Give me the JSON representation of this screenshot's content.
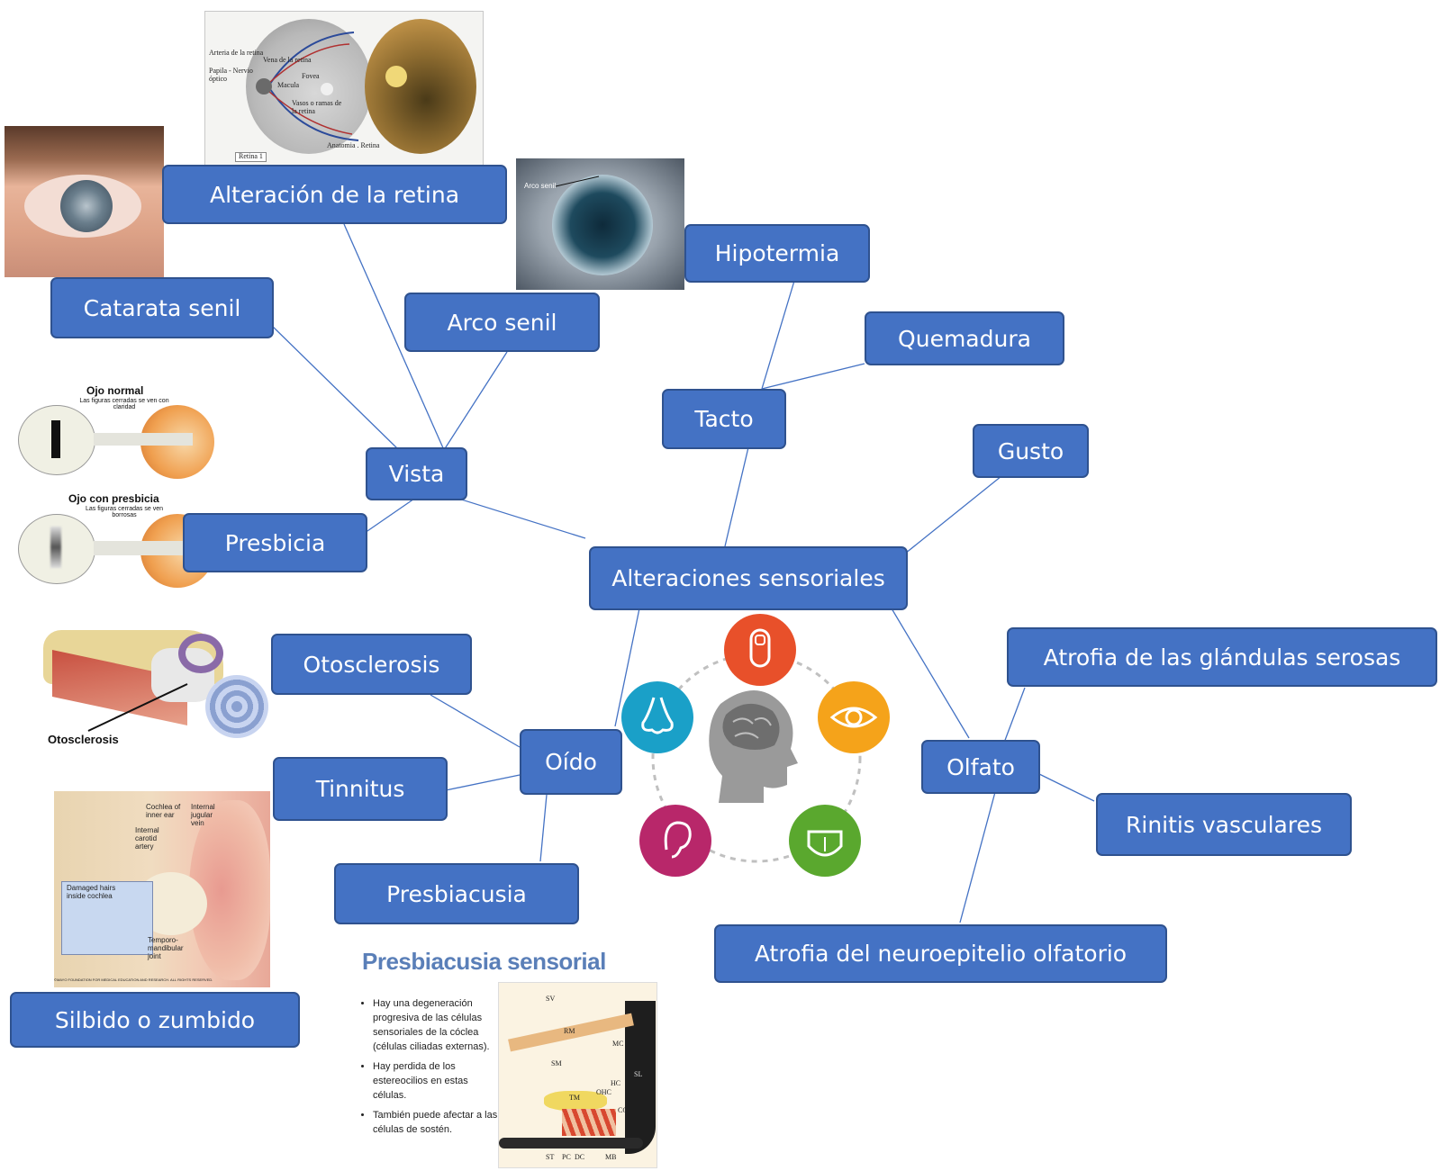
{
  "colors": {
    "node_fill": "#4472c4",
    "node_border": "#2f528f",
    "node_text": "#ffffff",
    "connector": "#4472c4"
  },
  "center": "Alteraciones sensoriales",
  "branches": {
    "vista": "Vista",
    "tacto": "Tacto",
    "gusto": "Gusto",
    "oido": "Oído",
    "olfato": "Olfato"
  },
  "leaves": {
    "retina": "Alteración de la retina",
    "catarata": "Catarata senil",
    "arco": "Arco senil",
    "presbicia": "Presbicia",
    "hipotermia": "Hipotermia",
    "quemadura": "Quemadura",
    "otosclerosis": "Otosclerosis",
    "tinnitus": "Tinnitus",
    "presbiacusia": "Presbiacusia",
    "silbido": "Silbido o zumbido",
    "atrofia_serosas": "Atrofia de las glándulas serosas",
    "rinitis": "Rinitis vasculares",
    "atrofia_neuro": "Atrofia del neuroepitelio olfatorio"
  },
  "images": {
    "retina": {
      "labels": [
        "Arteria de la retina",
        "Vena de la retina",
        "Papila - Nervio óptico",
        "Fovea",
        "Macula",
        "Vasos o ramas de la retina",
        "Anatomia . Retina",
        "Retina 1"
      ]
    },
    "arco": {
      "label": "Arco senil"
    },
    "presbicia": {
      "normal_title": "Ojo normal",
      "normal_sub": "Las figuras cerradas se ven con claridad",
      "presbicia_title": "Ojo con presbicia",
      "presbicia_sub": "Las figuras cerradas se ven borrosas"
    },
    "otosclerosis": {
      "label": "Otosclerosis"
    },
    "ear": {
      "labels": [
        "Cochlea of inner ear",
        "Internal jugular vein",
        "Internal carotid artery",
        "Damaged hairs inside cochlea",
        "Temporo-mandibular joint"
      ],
      "credit": "©MAYO FOUNDATION FOR MEDICAL EDUCATION AND RESEARCH. ALL RIGHTS RESERVED."
    },
    "sensorial": {
      "title": "Presbiacusia sensorial",
      "bullets": [
        "Hay una degeneración progresiva de las células sensoriales de la cóclea (células ciliadas externas).",
        "Hay perdida de los estereocilios en estas células.",
        "También puede afectar a las células de sostén."
      ],
      "diagram_labels": [
        "SV",
        "RM",
        "MC",
        "SM",
        "TM",
        "OHC",
        "HC",
        "CC",
        "ST",
        "PC",
        "DC",
        "MB",
        "SL"
      ]
    }
  },
  "sense_icons": [
    "finger-icon",
    "eye-icon",
    "tongue-icon",
    "ear-icon",
    "nose-icon",
    "brain-head-icon"
  ]
}
